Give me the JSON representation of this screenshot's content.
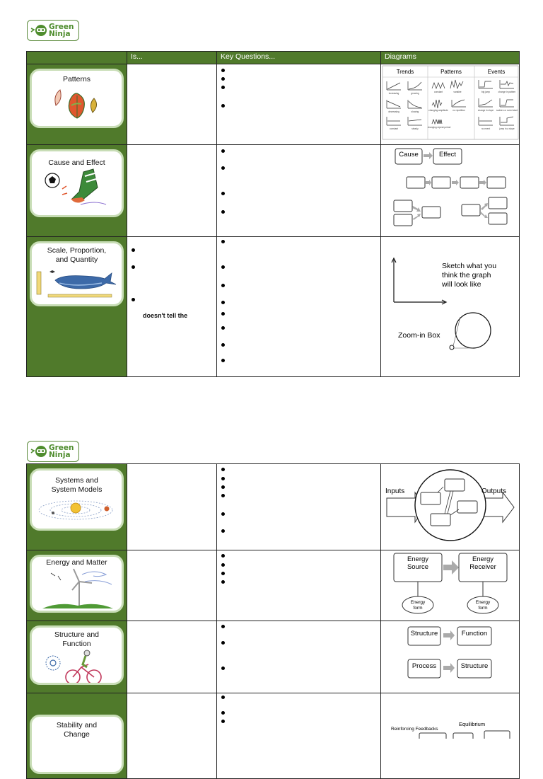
{
  "brand": {
    "line1": "Green",
    "line2": "Ninja"
  },
  "table1": {
    "headers": {
      "col1": "",
      "col2": "Is...",
      "col3": "Key Questions...",
      "col4": "Diagrams"
    },
    "rows": [
      {
        "concept": "Patterns"
      },
      {
        "concept": "Cause and Effect"
      },
      {
        "concept_line1": "Scale, Proportion,",
        "concept_line2": "and Quantity",
        "is_fragment": "doesn't tell the"
      }
    ],
    "patterns_diagram": {
      "headings": [
        "Trends",
        "Patterns",
        "Events"
      ],
      "trends_labels": [
        "increasing",
        "growing",
        "decreasing",
        "slowing",
        "constant",
        "steady"
      ],
      "patterns_labels": [
        "constant",
        "variable",
        "changing amplitude",
        "no repetition",
        "changing repeat period"
      ],
      "events_labels": [
        "big jump",
        "change in pattern",
        "change in slope",
        "sudden or event start",
        "no event",
        "jump in a slope"
      ]
    },
    "cause_diagram": {
      "cause": "Cause",
      "effect": "Effect"
    },
    "scale_diagram": {
      "sketch_line1": "Sketch what you",
      "sketch_line2": "think the graph",
      "sketch_line3": "will look like",
      "zoom": "Zoom-in Box"
    }
  },
  "table2": {
    "rows": [
      {
        "concept_line1": "Systems and",
        "concept_line2": "System Models"
      },
      {
        "concept": "Energy and Matter"
      },
      {
        "concept_line1": "Structure and",
        "concept_line2": "Function"
      },
      {
        "concept_line1": "Stability and",
        "concept_line2": "Change"
      }
    ],
    "systems_diagram": {
      "inputs": "Inputs",
      "outputs": "Outputs"
    },
    "energy_diagram": {
      "source_line1": "Energy",
      "source_line2": "Source",
      "receiver_line1": "Energy",
      "receiver_line2": "Receiver",
      "form_line1": "Energy",
      "form_line2": "form"
    },
    "structure_diagram": {
      "structure": "Structure",
      "function": "Function",
      "process": "Process"
    },
    "stability_diagram": {
      "equilibrium": "Equilibrium",
      "reinforcing": "Reinforcing Feedbacks"
    }
  },
  "colors": {
    "header_green": "#507a2b",
    "brand_green": "#4f8d2e",
    "card_border": "#c8ddb6"
  },
  "icons": [
    "ninja-logo-icon",
    "leaves-icon",
    "soccer-kick-icon",
    "whale-icon",
    "solar-system-icon",
    "wind-turbine-icon",
    "bicycle-rider-icon",
    "right-arrow-icon"
  ]
}
